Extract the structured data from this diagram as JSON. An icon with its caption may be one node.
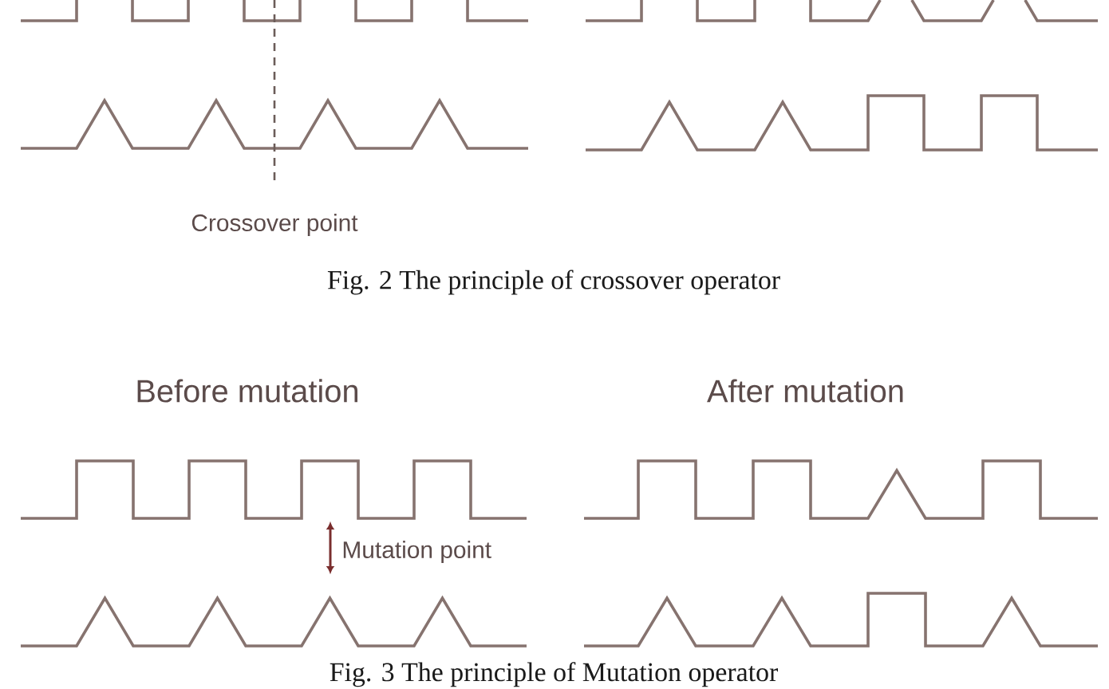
{
  "diagram": {
    "labels": [
      "Crossover point",
      "Fig. 2 The principle of crossover operator",
      "Before mutation",
      "After mutation",
      "Mutation point",
      "Fig. 3 The principle of Mutation operator"
    ]
  }
}
